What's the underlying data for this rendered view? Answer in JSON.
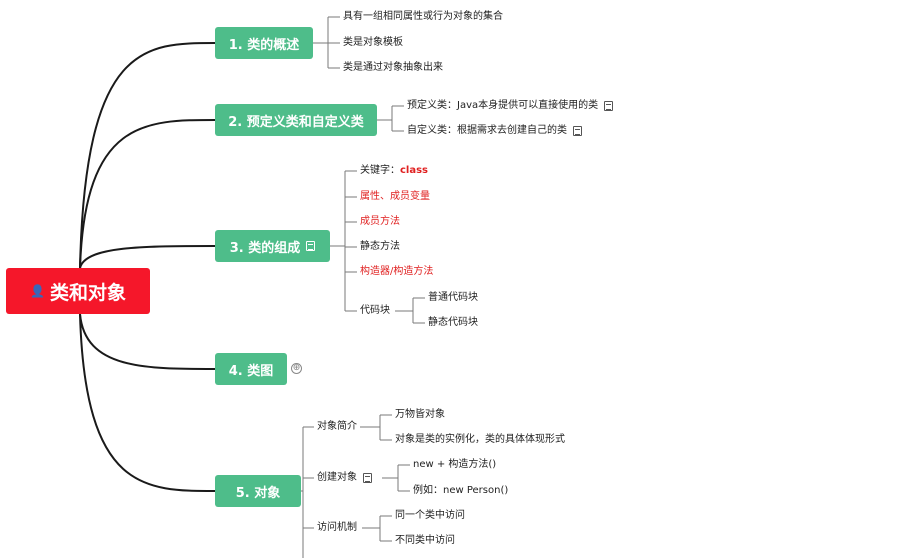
{
  "root": {
    "label": "类和对象",
    "icon": "person-icon",
    "color": "#f5172a"
  },
  "topic_color": "#4ebd8a",
  "topics": [
    {
      "label": "1. 类的概述",
      "children": [
        "具有一组相同属性或行为对象的集合",
        "类是对象模板",
        "类是通过对象抽象出来"
      ]
    },
    {
      "label": "2. 预定义类和自定义类",
      "children": [
        "预定义类：Java本身提供可以直接使用的类",
        "自定义类：根据需求去创建自己的类"
      ]
    },
    {
      "label": "3. 类的组成",
      "keyword_prefix": "关键字：",
      "keyword": "class",
      "children": [
        "属性、成员变量",
        "成员方法",
        "静态方法",
        "构造器/构造方法"
      ],
      "code_block": {
        "label": "代码块",
        "children": [
          "普通代码块",
          "静态代码块"
        ]
      }
    },
    {
      "label": "4. 类图",
      "collapsed_indicator": "⊕"
    },
    {
      "label": "5. 对象",
      "groups": [
        {
          "label": "对象简介",
          "children": [
            "万物皆对象",
            "对象是类的实例化，类的具体体现形式"
          ]
        },
        {
          "label": "创建对象",
          "children": [
            "new + 构造方法()",
            "例如：new Person()"
          ]
        },
        {
          "label": "访问机制",
          "children": [
            "同一个类中访问",
            "不同类中访问"
          ]
        }
      ]
    }
  ]
}
